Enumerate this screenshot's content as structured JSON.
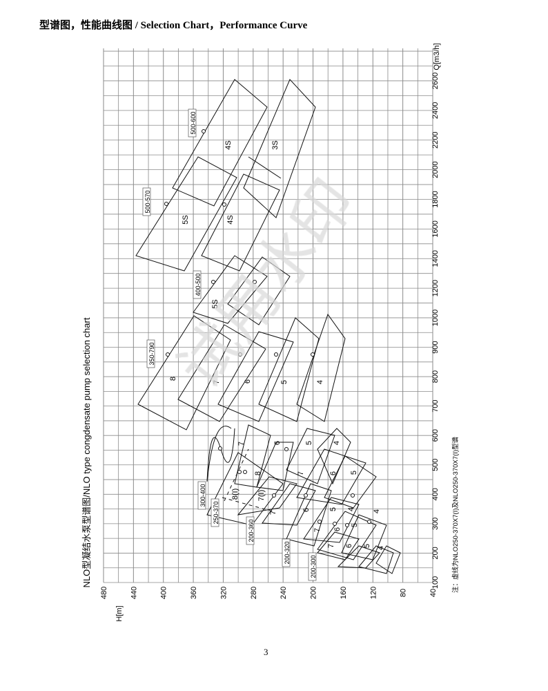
{
  "page": {
    "heading": "型谱图，性能曲线图 / Selection Chart，Performance Curve",
    "page_number": "3",
    "watermark": "试用水印"
  },
  "chart_data": {
    "type": "diagram",
    "title": "NLO型凝结水泵型谱图/NLO type congdensate pump selection chart",
    "xlabel": "H[m]",
    "ylabel": "Q[m3/h]",
    "ylabel_sup": "3",
    "x_ticks": [
      "480",
      "440",
      "400",
      "360",
      "320",
      "280",
      "240",
      "200",
      "160",
      "120",
      "80",
      "40"
    ],
    "y_ticks": [
      "100",
      "200",
      "300",
      "400",
      "500",
      "600",
      "700",
      "800",
      "900",
      "1000",
      "1200",
      "1400",
      "1600",
      "1800",
      "2000",
      "2200",
      "2400",
      "2600"
    ],
    "note": "注：虚线为NLO250-370X7(I)及NLO250-370X7(I)型谱",
    "grid": true,
    "model_labels": [
      "500-600",
      "500-570",
      "400-500",
      "350-790",
      "300-400",
      "250-370",
      "200-360",
      "200-320",
      "200-300"
    ],
    "region_labels": [
      "4S",
      "3S",
      "5S",
      "4S",
      "5S",
      "8",
      "7",
      "6",
      "5",
      "4",
      "7",
      "6",
      "5",
      "4",
      "8",
      "7",
      "6",
      "5",
      "8(I)",
      "7(I)",
      "7",
      "6",
      "5",
      "4",
      "7",
      "6",
      "5",
      "4",
      "7",
      "6",
      "5",
      "4"
    ],
    "colors": {
      "line": "#111111",
      "grid": "#8a8a8a",
      "watermark": "#d8d8d8"
    }
  }
}
